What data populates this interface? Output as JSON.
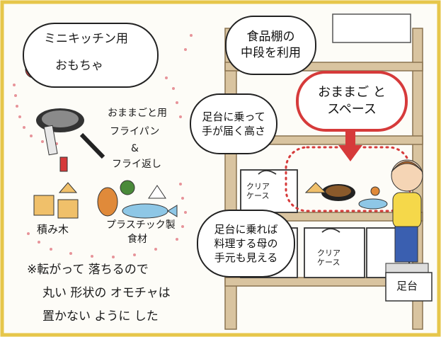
{
  "labels": {
    "mini_kitchen_line1": "ミニキッチン用",
    "mini_kitchen_line2": "おもちゃ",
    "frypan_line1": "おままごと用",
    "frypan_line2": "フライパン",
    "frypan_line3": "&",
    "frypan_line4": "フライ返し",
    "blocks": "積み木",
    "plastic_food_line1": "プラスチック製",
    "plastic_food_line2": "食材",
    "note_line1": "※転がって 落ちるので",
    "note_line2": "丸い 形状の オモチャは",
    "note_line3": "置かない ように した",
    "shelf_middle": "食品棚の\n中段を利用",
    "play_space": "おままご と\nスペース",
    "step_reach": "足台に乗って\n手が届く高さ",
    "mother_view": "足台に乗れば\n料理する母の\n手元も見える",
    "clear_case_1": "クリア\nケース",
    "clear_case_2": "クリア\nケース",
    "step_stool": "足台"
  },
  "colors": {
    "border": "#e6c64a",
    "background": "#fdfcf7",
    "shelf": "#d9c4a0",
    "accent_red": "#d63a3a",
    "dots": "#e0707a"
  }
}
